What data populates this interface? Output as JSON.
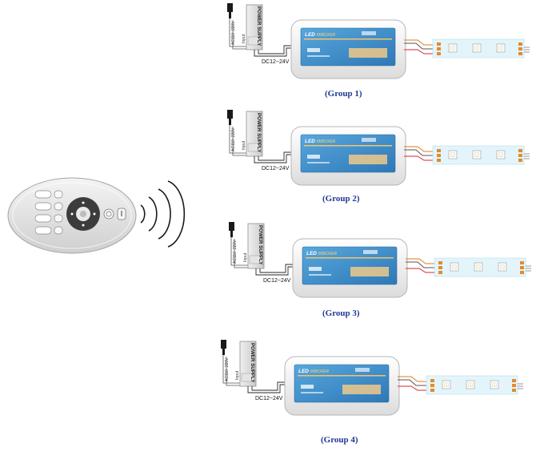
{
  "power_supply": {
    "title": "POWER SUPPLY",
    "ac_label": "AC110~220V",
    "input_label": "Input"
  },
  "dc_label": "DC12~24V",
  "controller": {
    "brand": "LED",
    "model": "MIBOXER"
  },
  "groups": [
    {
      "caption": "(Group 1)"
    },
    {
      "caption": "(Group 2)"
    },
    {
      "caption": "(Group 3)"
    },
    {
      "caption": "(Group 4)"
    }
  ],
  "colors": {
    "caption": "#1f3a93",
    "controller_label": "#3a8cc8",
    "controller_body": "#f2f2f2",
    "wire_red": "#d9262b",
    "wire_orange": "#e07a1f",
    "strip_pad": "#e48a2c",
    "strip_fill": "#e3f5fb",
    "remote_body": "#e6e6e6",
    "remote_pad": "#3c3c3c"
  },
  "icons": [
    "power-plug-icon",
    "wireless-signal-icon",
    "led-chip-icon",
    "remote-dial-icon",
    "power-button-icon"
  ]
}
